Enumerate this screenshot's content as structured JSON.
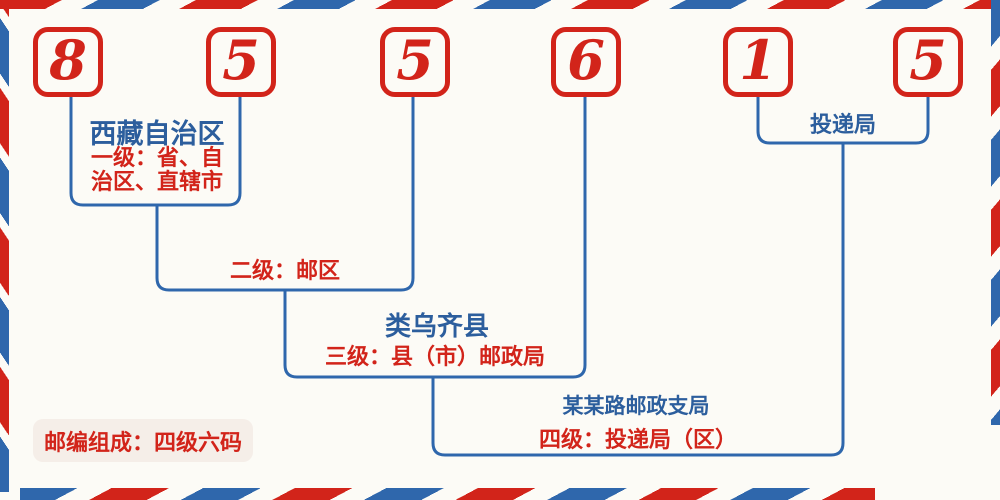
{
  "postal_code": {
    "digits": [
      "8",
      "5",
      "5",
      "6",
      "1",
      "5"
    ]
  },
  "levels": {
    "level1": {
      "region_name": "西藏自治区",
      "label_line1": "一级：省、自",
      "label_line2": "治区、直辖市"
    },
    "level2": {
      "label": "二级：邮区"
    },
    "level3": {
      "region_name": "类乌齐县",
      "label": "三级：县（市）邮政局"
    },
    "level4": {
      "office_name": "某某路邮政支局",
      "label": "四级：投递局（区）"
    },
    "delivery": {
      "label": "投递局"
    }
  },
  "footer": {
    "composition": "邮编组成：四级六码"
  },
  "colors": {
    "red": "#d2241a",
    "line_blue": "#2f67ac",
    "text_blue": "#2c5e9d",
    "badge_bg": "#f5eee8",
    "background": "#fcfbf6"
  }
}
